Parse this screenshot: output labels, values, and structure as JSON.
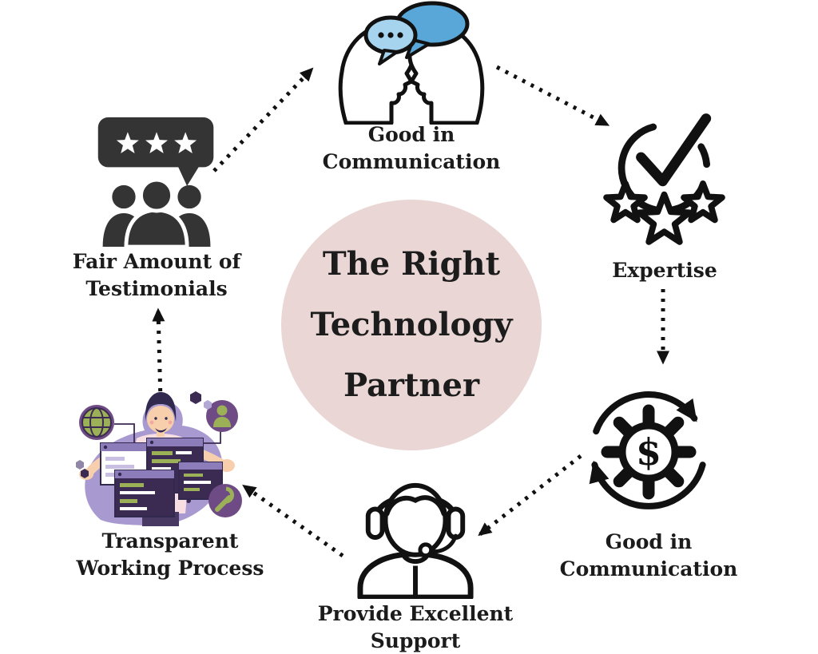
{
  "title": {
    "line1": "The Right",
    "line2": "Technology",
    "line3": "Partner"
  },
  "nodes": {
    "top": {
      "icon": "two-people-conversation-icon",
      "label1": "Good in",
      "label2": "Communication"
    },
    "top_right": {
      "icon": "checkmark-stars-icon",
      "label1": "Expertise"
    },
    "right": {
      "icon": "dollar-gear-cycle-icon",
      "label1": "Good in",
      "label2": "Communication"
    },
    "bottom": {
      "icon": "support-agent-headset-icon",
      "label1": "Provide Excellent",
      "label2": "Support"
    },
    "bottom_left": {
      "icon": "developer-workflow-illustration",
      "label1": "Transparent",
      "label2": "Working Process"
    },
    "top_left": {
      "icon": "testimonials-rating-icon",
      "label1": "Fair Amount of",
      "label2": "Testimonials"
    }
  },
  "connections": [
    {
      "from": "top_left",
      "to": "top"
    },
    {
      "from": "top",
      "to": "top_right"
    },
    {
      "from": "top_right",
      "to": "right"
    },
    {
      "from": "right",
      "to": "bottom"
    },
    {
      "from": "bottom",
      "to": "bottom_left"
    },
    {
      "from": "bottom_left",
      "to": "top_left"
    }
  ],
  "colors": {
    "center_circle": "#e9d6d5",
    "text": "#1b1b1b",
    "outline": "#111111",
    "solid_icon": "#343434",
    "bubble_large": "#58a7d8",
    "bubble_small": "#a6d4ef",
    "arrow": "#111111",
    "illustration_blob": "#a89ad0",
    "illustration_badge": "#6f4b85",
    "illustration_green": "#9cb157",
    "illustration_dark": "#3b2a52",
    "illustration_skin": "#f8cfad",
    "illustration_shirt": "#f7dee3"
  }
}
